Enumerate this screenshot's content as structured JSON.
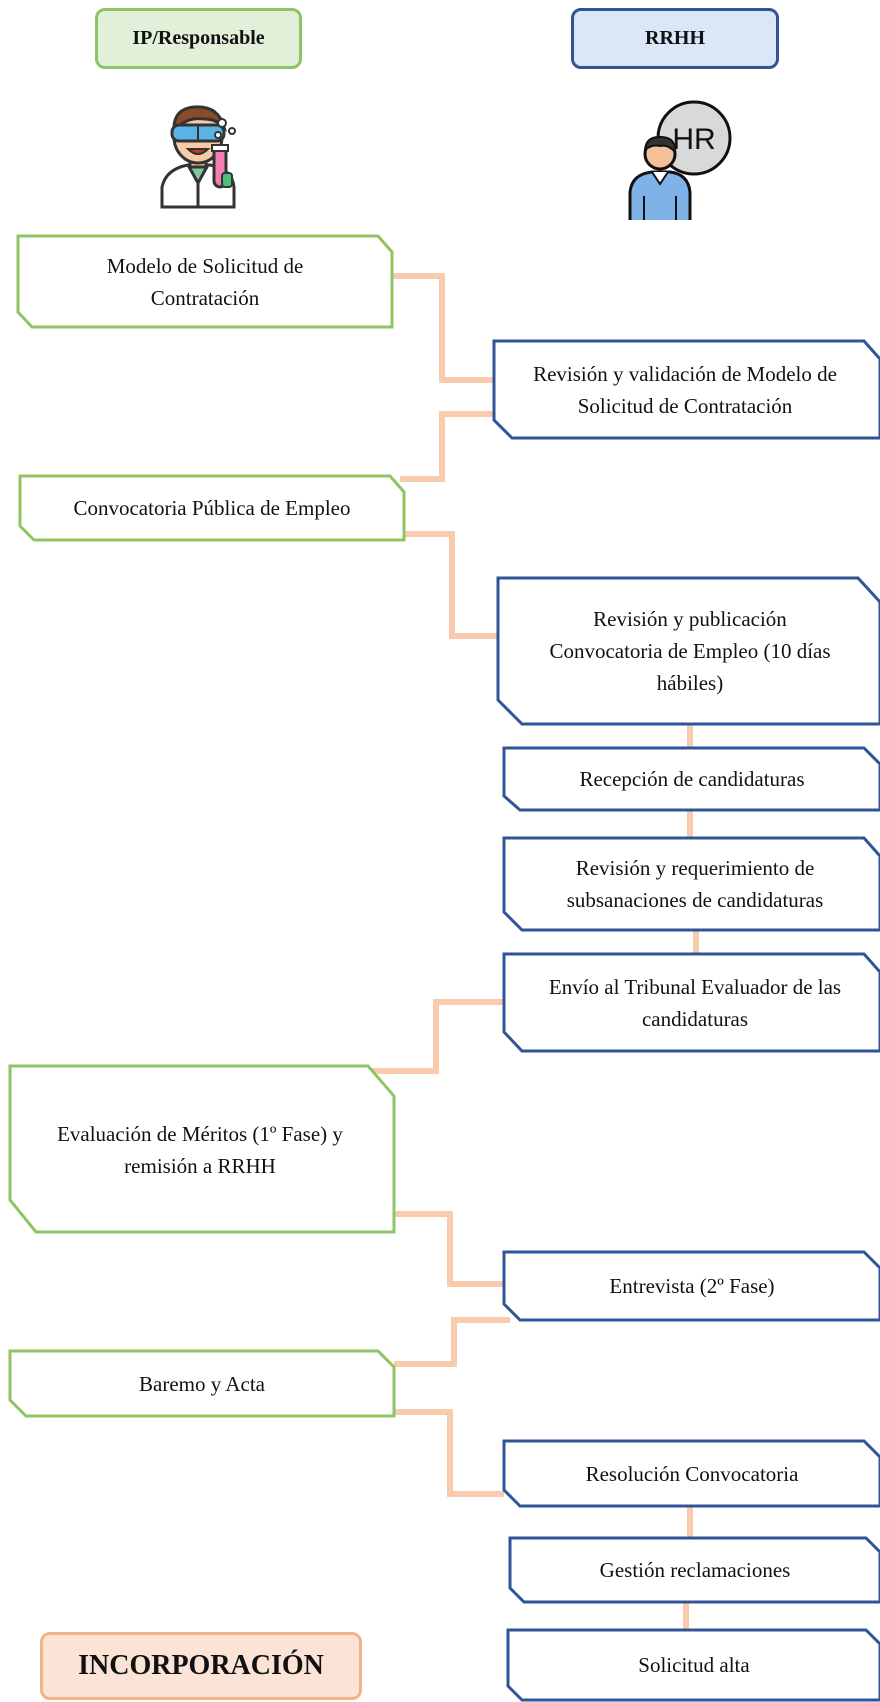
{
  "lanes": {
    "ip": "IP/Responsable",
    "hr": "RRHH"
  },
  "icons": {
    "ip": "scientist-with-test-tube-icon",
    "hr": "hr-person-icon",
    "hr_badge": "HR"
  },
  "colors": {
    "ip_border": "#8fc465",
    "ip_fill": "#e2efd9",
    "hr_border": "#2f5597",
    "hr_fill": "#dbe7f6",
    "connector": "#f8cbad",
    "final_fill": "#fbe4d5",
    "final_border": "#f4b183"
  },
  "steps": {
    "s1": "Modelo de Solicitud de Contratación",
    "s2": "Revisión y validación de Modelo de Solicitud de Contratación",
    "s3": "Convocatoria Pública de Empleo",
    "s4": "Revisión y publicación Convocatoria de Empleo (10 días hábiles)",
    "s5": "Recepción de candidaturas",
    "s6": "Revisión y requerimiento de subsanaciones de candidaturas",
    "s7": "Envío al Tribunal Evaluador de las candidaturas",
    "s8": "Evaluación de Méritos (1º Fase) y remisión a RRHH",
    "s9": "Entrevista (2º Fase)",
    "s10": "Baremo y Acta",
    "s11": "Resolución Convocatoria",
    "s12": "Gestión reclamaciones",
    "s13": "Solicitud alta"
  },
  "final": "INCORPORACIÓN"
}
